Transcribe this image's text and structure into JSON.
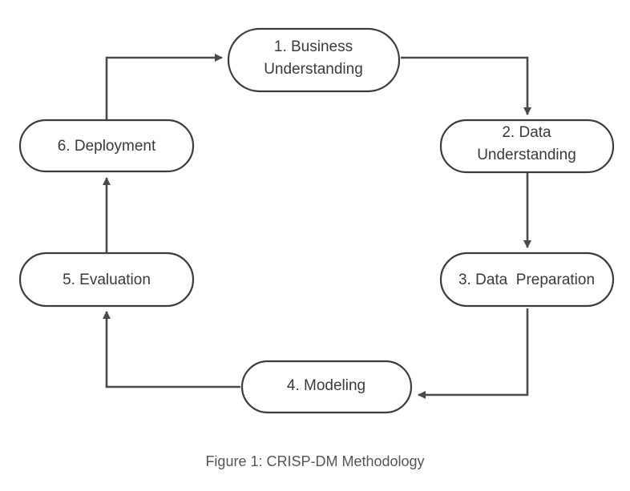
{
  "nodes": [
    {
      "id": "business-understanding",
      "lines": [
        "1. Business",
        "Understanding"
      ]
    },
    {
      "id": "data-understanding",
      "lines": [
        "2. Data",
        "Understanding"
      ]
    },
    {
      "id": "data-preparation",
      "lines": [
        "3. Data  Preparation"
      ]
    },
    {
      "id": "modeling",
      "lines": [
        "4. Modeling"
      ]
    },
    {
      "id": "evaluation",
      "lines": [
        "5. Evaluation"
      ]
    },
    {
      "id": "deployment",
      "lines": [
        "6. Deployment"
      ]
    }
  ],
  "edges": [
    {
      "from": "business-understanding",
      "to": "data-understanding"
    },
    {
      "from": "data-understanding",
      "to": "data-preparation"
    },
    {
      "from": "data-preparation",
      "to": "modeling"
    },
    {
      "from": "modeling",
      "to": "evaluation"
    },
    {
      "from": "evaluation",
      "to": "deployment"
    },
    {
      "from": "deployment",
      "to": "business-understanding"
    }
  ],
  "caption": "Figure 1: CRISP-DM Methodology",
  "colors": {
    "stroke": "#3c3c3c",
    "arrow": "#4a4a4a",
    "text": "#3a3a3a",
    "caption": "#555555"
  }
}
